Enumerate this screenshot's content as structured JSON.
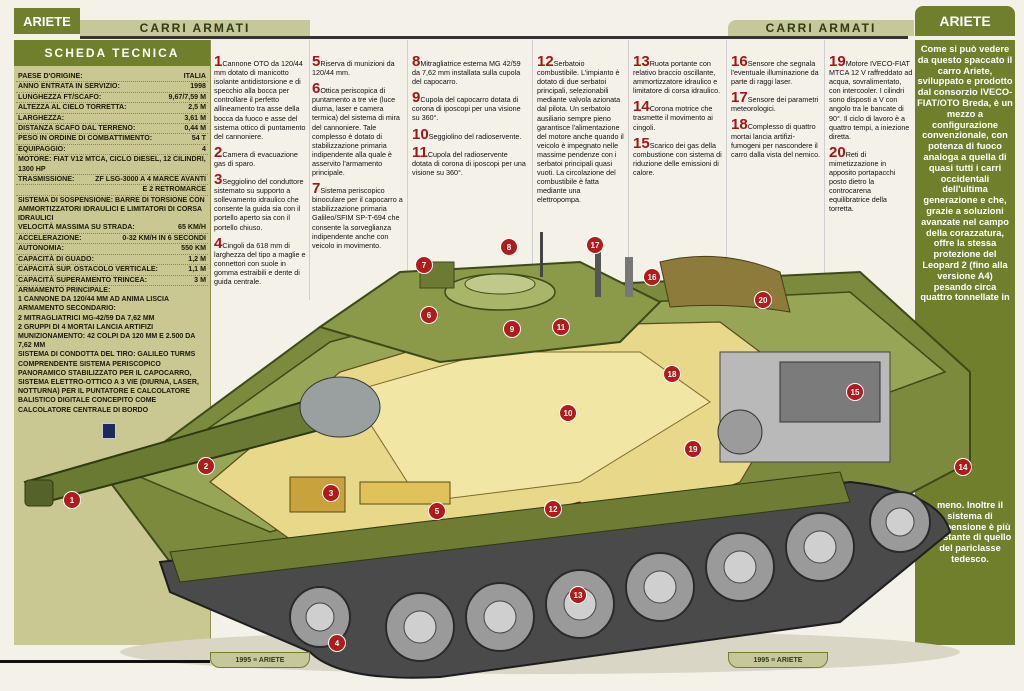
{
  "header": {
    "left_tab": "ARIETE",
    "left_band": "CARRI ARMATI",
    "right_band": "CARRI ARMATI",
    "right_tab": "ARIETE"
  },
  "scheda": {
    "title": "SCHEDA TECNICA",
    "rows": [
      {
        "k": "PAESE D'ORIGINE:",
        "v": "ITALIA"
      },
      {
        "k": "ANNO ENTRATA IN SERVIZIO:",
        "v": "1998"
      },
      {
        "k": "LUNGHEZZA FT/SCAFO:",
        "v": "9,67/7,59 M"
      },
      {
        "k": "ALTEZZA AL CIELO TORRETTA:",
        "v": "2,5 M"
      },
      {
        "k": "LARGHEZZA:",
        "v": "3,61 M"
      },
      {
        "k": "DISTANZA SCAFO DAL TERRENO:",
        "v": "0,44 M"
      },
      {
        "k": "PESO IN ORDINE DI COMBATTIMENTO:",
        "v": "54 T"
      },
      {
        "k": "EQUIPAGGIO:",
        "v": "4"
      },
      {
        "k": "MOTORE: FIAT V12 MTCA, CICLO DIESEL, 12 CILINDRI, 1300 HP",
        "v": ""
      },
      {
        "k": "TRASMISSIONE:",
        "v": "ZF LSG-3000 A 4 MARCE AVANTI"
      },
      {
        "k": "",
        "v": "E 2 RETROMARCE"
      }
    ],
    "sospensione": "SISTEMA DI SOSPENSIONE: BARRE DI TORSIONE CON AMMORTIZZATORI IDRAULICI E LIMITATORI DI CORSA IDRAULICI",
    "rows2": [
      {
        "k": "VELOCITÀ MASSIMA SU STRADA:",
        "v": "65 KM/H"
      },
      {
        "k": "ACCELERAZIONE:",
        "v": "0-32 KM/H IN 6 SECONDI"
      },
      {
        "k": "AUTONOMIA:",
        "v": "550 KM"
      },
      {
        "k": "CAPACITÀ DI GUADO:",
        "v": "1,2 M"
      },
      {
        "k": "CAPACITÀ SUP. OSTACOLO VERTICALE:",
        "v": "1,1 M"
      },
      {
        "k": "CAPACITÀ SUPERAMENTO TRINCEA:",
        "v": "3 M"
      }
    ],
    "armamento_principale_label": "ARMAMENTO PRINCIPALE:",
    "armamento_principale": "1 CANNONE DA 120/44 MM AD ANIMA LISCIA",
    "armamento_secondario_label": "ARMAMENTO SECONDARIO:",
    "armamento_secondario_1": "2 MITRAGLIATRICI MG-42/59 DA 7,62 MM",
    "armamento_secondario_2": "2 GRUPPI DI 4 MORTAI LANCIA ARTIFIZI",
    "munizionamento": "MUNIZIONAMENTO: 42 COLPI DA 120 MM E 2.500 DA 7,62 MM",
    "condotta": "SISTEMA DI CONDOTTA DEL TIRO: GALILEO TURMS COMPRENDENTE SISTEMA PERISCOPICO PANORAMICO STABILIZZATO PER IL CAPOCARRO, SISTEMA ELETTRO-OTTICO A 3 VIE (DIURNA, LASER, NOTTURNA) PER IL PUNTATORE E CALCOLATORE BALISTICO DIGITALE CONCEPITO COME CALCOLATORE CENTRALE DI BORDO"
  },
  "notes": [
    {
      "n": "1",
      "t": "Cannone OTO da 120/44 mm dotato di manicotto isolante antidistorsione e di specchio alla bocca per controllare il perfetto allineamento tra asse della bocca da fuoco e asse del sistema ottico di puntamento del cannoniere."
    },
    {
      "n": "2",
      "t": "Camera di evacuazione gas di sparo."
    },
    {
      "n": "3",
      "t": "Seggiolino del conduttore sistemato su supporto a sollevamento idraulico che consente la guida sia con il portello aperto sia con il portello chiuso."
    },
    {
      "n": "4",
      "t": "Cingoli da 618 mm di larghezza del tipo a maglie e connettori con suole in gomma estraibili e dente di guida centrale."
    },
    {
      "n": "5",
      "t": "Riserva di munizioni da 120/44 mm."
    },
    {
      "n": "6",
      "t": "Ottica periscopica di puntamento a tre vie (luce diurna, laser e camera termica) del sistema di mira del cannoniere. Tale complesso è dotato di stabilizzazione primaria indipendente alla quale è asservito l'armamento principale."
    },
    {
      "n": "7",
      "t": "Sistema periscopico binoculare per il capocarro a stabilizzazione primaria Galileo/SFIM SP-T-694 che consente la sorveglianza indipendente anche con veicolo in movimento."
    },
    {
      "n": "8",
      "t": "Mitragliatrice esterna MG 42/59 da 7,62 mm installata sulla cupola del capocarro."
    },
    {
      "n": "9",
      "t": "Cupola del capocarro dotata di corona di iposcopi per una visione su 360°."
    },
    {
      "n": "10",
      "t": "Seggiolino del radioservente."
    },
    {
      "n": "11",
      "t": "Cupola del radioservente dotata di corona di iposcopi per una visione su 360°."
    },
    {
      "n": "12",
      "t": "Serbatoio combustibile. L'impianto è dotato di due serbatoi principali, selezionabili mediante valvola azionata dal pilota. Un serbatoio ausiliario sempre pieno garantisce l'alimentazione del motore anche quando il veicolo è impegnato nelle massime pendenze con i serbatoi principali quasi vuoti. La circolazione del combustibile è fatta mediante una elettropompa."
    },
    {
      "n": "13",
      "t": "Ruota portante con relativo braccio oscillante, ammortizzatore idraulico e limitatore di corsa idraulico."
    },
    {
      "n": "14",
      "t": "Corona motrice che trasmette il movimento ai cingoli."
    },
    {
      "n": "15",
      "t": "Scarico dei gas della combustione con sistema di riduzione delle emissioni di calore."
    },
    {
      "n": "16",
      "t": "Sensore che segnala l'eventuale illuminazione da parte di raggi laser."
    },
    {
      "n": "17",
      "t": "Sensore dei parametri meteorologici."
    },
    {
      "n": "18",
      "t": "Complesso di quattro mortai lancia artifizi-fumogeni per nascondere il carro dalla vista del nemico."
    },
    {
      "n": "19",
      "t": "Motore IVECO-FIAT MTCA 12 V raffreddato ad acqua, sovralimentato, con intercooler. I cilindri sono disposti a V con angolo tra le bancate di 90°. Il ciclo di lavoro è a quattro tempi, a iniezione diretta."
    },
    {
      "n": "20",
      "t": "Reti di mimetizzazione in apposito portapacchi posto dietro la controcarena equilibratrice della torretta."
    }
  ],
  "right_text_top": "Come si può vedere da questo spaccato il carro Ariete, sviluppato e prodotto dal consorzio IVECO-FIAT/OTO Breda, è un mezzo a configurazione convenzionale, con potenza di fuoco analoga a quella di quasi tutti i carri occidentali dell'ultima generazione e che, grazie a soluzioni avanzate nel campo della corazzatura, offre la stessa protezione del Leopard 2 (fino alla versione A4) pesando circa quattro tonnellate in",
  "right_text_bottom": "meno. Inoltre il sistema di sospensione è più prestante di quello del pariclasse tedesco.",
  "footer_left": "1995 ≡ ARIETE",
  "footer_right": "1995 ≡ ARIETE",
  "colors": {
    "accent": "#6f7f2c",
    "panel": "#c9c892",
    "label": "#b01c1c"
  }
}
